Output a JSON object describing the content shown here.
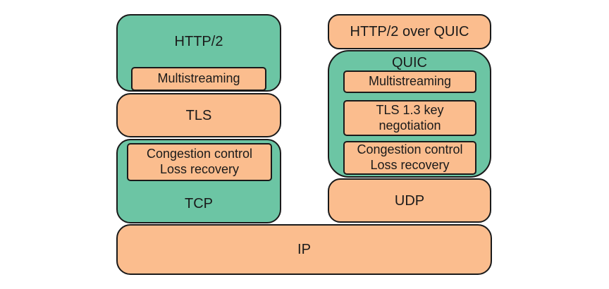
{
  "left_stack": {
    "http2": {
      "label": "HTTP/2",
      "multistreaming": "Multistreaming"
    },
    "tls": "TLS",
    "tcp": {
      "label": "TCP",
      "congestion": "Congestion control",
      "loss": "Loss recovery"
    }
  },
  "right_stack": {
    "http2_quic": "HTTP/2 over QUIC",
    "quic": {
      "label": "QUIC",
      "multistreaming": "Multistreaming",
      "tls_line1": "TLS 1.3 key",
      "tls_line2": "negotiation",
      "congestion": "Congestion control",
      "loss": "Loss recovery"
    },
    "udp": "UDP"
  },
  "ip": "IP",
  "colors": {
    "orange": "#fbbd8e",
    "green": "#6cc5a4",
    "border": "#1a1a1a"
  }
}
